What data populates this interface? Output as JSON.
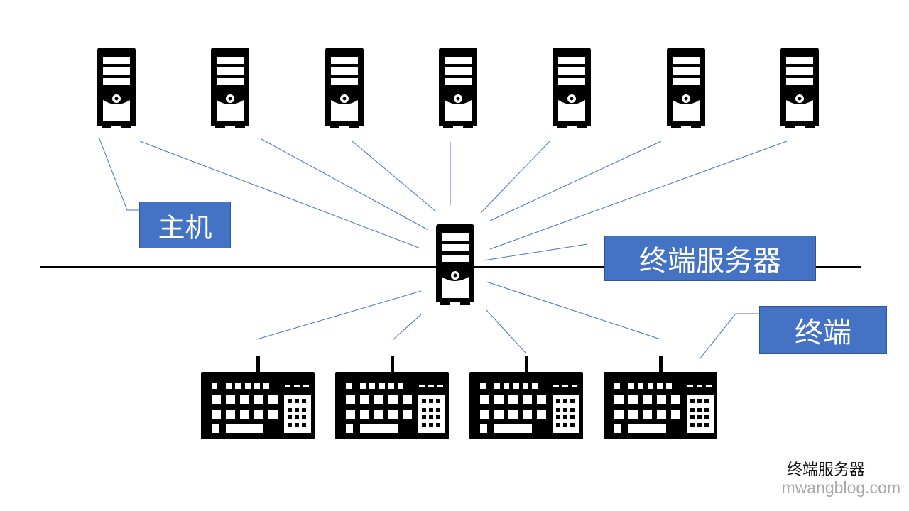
{
  "labels": {
    "host": "主机",
    "terminal_server": "终端服务器",
    "terminal": "终端"
  },
  "caption": "终端服务器",
  "watermark": "mwangblog.com",
  "colors": {
    "label_fill": "#4472c4",
    "connector_line": "#4472c4",
    "network_line": "#000000",
    "icon": "#000000"
  },
  "nodes": {
    "hosts": [
      "host-1",
      "host-2",
      "host-3",
      "host-4",
      "host-5",
      "host-6",
      "host-7"
    ],
    "server": "terminal-server",
    "terminals": [
      "terminal-1",
      "terminal-2",
      "terminal-3",
      "terminal-4"
    ]
  }
}
